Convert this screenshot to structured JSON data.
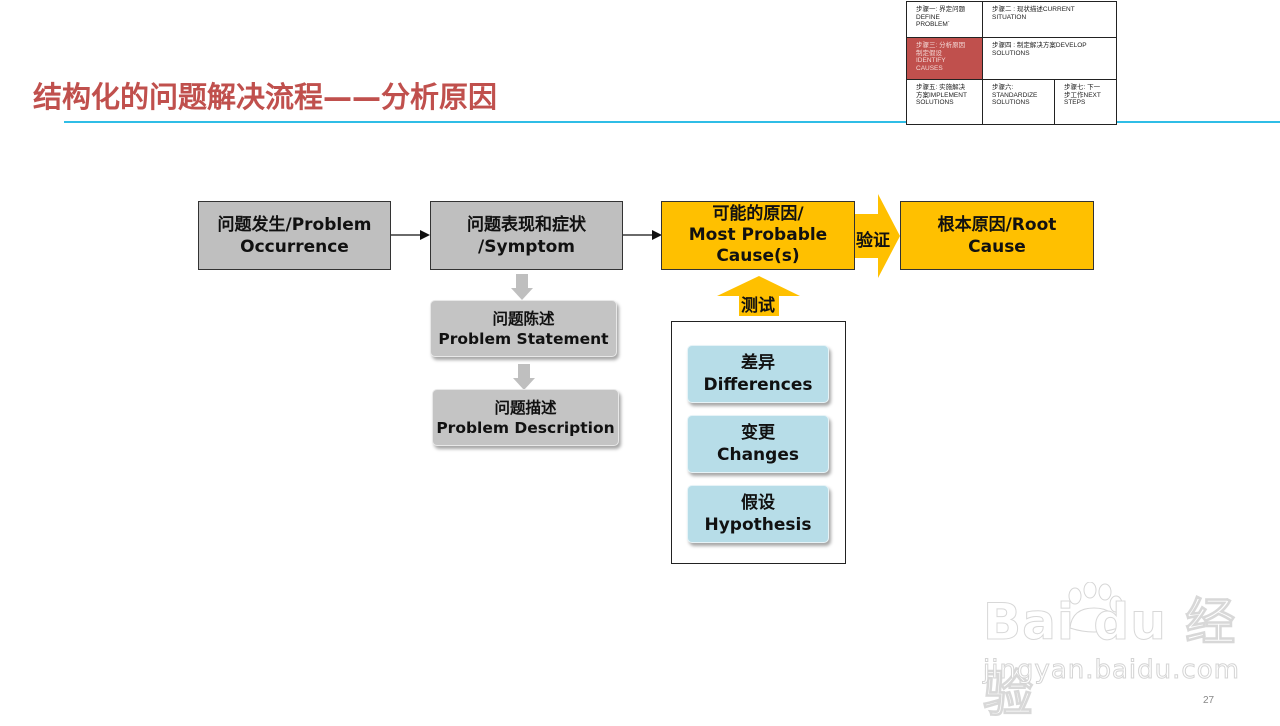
{
  "slide": {
    "title": "结构化的问题解决流程——分析原因",
    "page_number": "27",
    "colors": {
      "title": "#c0504d",
      "rule": "#2fbde6",
      "gray_box": "#bfbfbf",
      "gold_box": "#ffc000",
      "blue_box": "#b7dde8",
      "highlight_step": "#c0504d"
    }
  },
  "steps_grid": [
    {
      "id": "step1",
      "line1": "步骤一: 界定问题",
      "line2": "DEFINE",
      "line3": "PROBLEM`",
      "active": false
    },
    {
      "id": "step2",
      "line1": "步骤二 : 现状描述CURRENT",
      "line2": "SITUATION",
      "line3": "",
      "active": false
    },
    {
      "id": "step3",
      "line1": "步骤三: 分析原因",
      "line2": "制定假设",
      "line3": "IDENTIFY",
      "line4": "CAUSES",
      "active": true
    },
    {
      "id": "step4",
      "line1": "步骤四 : 制定解决方案DEVELOP",
      "line2": "SOLUTIONS",
      "line3": "",
      "active": false
    },
    {
      "id": "step5",
      "line1": "步骤五: 实施解决",
      "line2": "方案IMPLEMENT",
      "line3": "SOLUTIONS",
      "active": false
    },
    {
      "id": "step6",
      "line1": "步骤六:",
      "line2": "STANDARDIZE",
      "line3": "SOLUTIONS",
      "active": false
    },
    {
      "id": "step7",
      "line1": "步骤七: 下一",
      "line2": "步工作NEXT",
      "line3": "STEPS",
      "active": false
    }
  ],
  "flow": {
    "occurrence": {
      "line1": "问题发生/Problem",
      "line2": "Occurrence"
    },
    "symptom": {
      "line1": "问题表现和症状",
      "line2": "/Symptom"
    },
    "probable_cause": {
      "line1": "可能的原因/",
      "line2": "Most Probable",
      "line3": "Cause(s)"
    },
    "verify_label": "验证",
    "root_cause": {
      "line1": "根本原因/Root",
      "line2": "Cause"
    },
    "test_label": "测试"
  },
  "problem_steps": [
    {
      "cn": "问题陈述",
      "en": "Problem Statement"
    },
    {
      "cn": "问题描述",
      "en": "Problem Description"
    }
  ],
  "test_methods": [
    {
      "cn": "差异",
      "en": "Differences"
    },
    {
      "cn": "变更",
      "en": "Changes"
    },
    {
      "cn": "假设",
      "en": "Hypothesis"
    }
  ],
  "watermark": {
    "brand": "Bai du 经验",
    "url": "jingyan.baidu.com"
  }
}
